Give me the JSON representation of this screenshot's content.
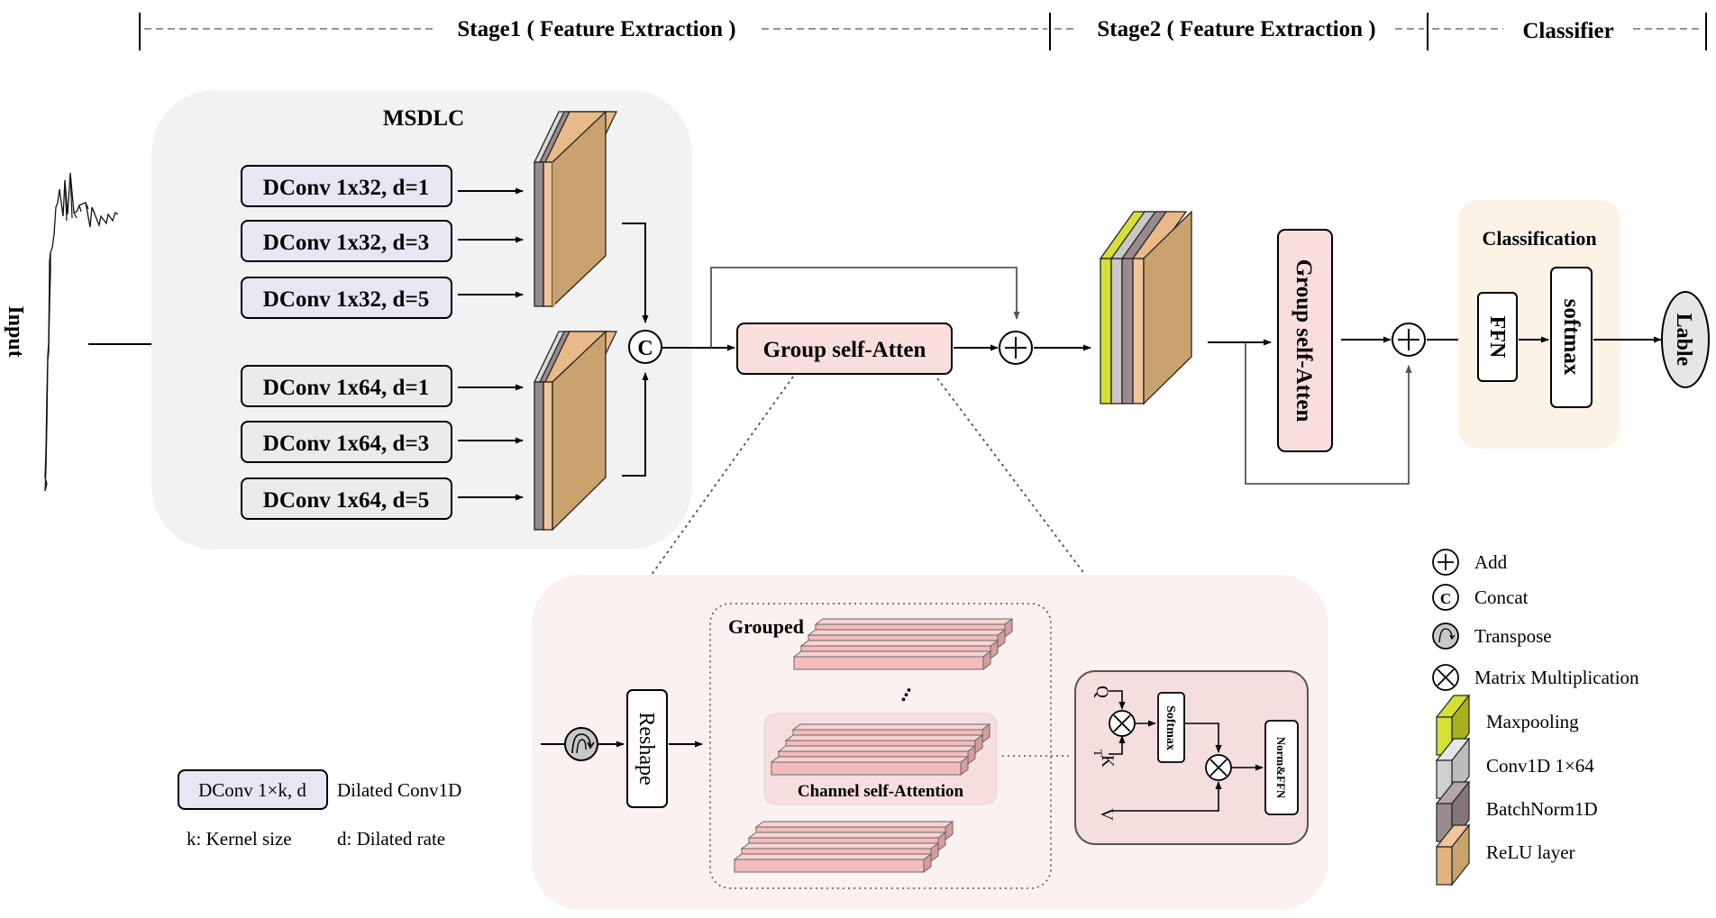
{
  "header": {
    "stage1": "Stage1 ( Feature Extraction )",
    "stage2": "Stage2 ( Feature Extraction )",
    "classifier": "Classifier"
  },
  "input_label": "Input",
  "msdlc": {
    "title": "MSDLC",
    "convs": [
      "DConv 1x32, d=1",
      "DConv 1x32, d=3",
      "DConv 1x32, d=5",
      "DConv 1x64, d=1",
      "DConv 1x64, d=3",
      "DConv 1x64, d=5"
    ]
  },
  "concat_symbol": "C",
  "gsa1": "Group self-Atten",
  "gsa2": "Group self-Atten",
  "classification": {
    "title": "Classification",
    "ffn": "FFN",
    "softmax": "softmax"
  },
  "output_label": "Lable",
  "detail": {
    "reshape": "Reshape",
    "grouped": "Grouped",
    "dots": "...",
    "channel_sa": "Channel self-Attention",
    "q": "Q",
    "k": "K",
    "k_sup": "T",
    "v": "V",
    "softmax": "Softmax",
    "normffn": "Norm&FFN"
  },
  "key": {
    "dconv": "DConv 1×k, d",
    "dconv_desc": "Dilated Conv1D",
    "k_desc": "k: Kernel  size",
    "d_desc": "d: Dilated rate"
  },
  "legend": {
    "add": "Add",
    "concat": "Concat",
    "transpose": "Transpose",
    "matmul": "Matrix Multiplication",
    "maxpool": "Maxpooling",
    "conv": "Conv1D 1×64",
    "bn": "BatchNorm1D",
    "relu": "ReLU layer"
  },
  "colors": {
    "maxpool": "#d4e033",
    "conv": "#c8c8c8",
    "bn": "#9a8a8e",
    "relu": "#c9a26e",
    "dconv_fill": "#e8e6f3",
    "gsa_fill": "#f9dede",
    "bar_fill": "#f4bcbc",
    "panel_gray": "#f2f2f2",
    "panel_pink": "#fbf1f1",
    "panel_orange": "#fdf2e6"
  }
}
